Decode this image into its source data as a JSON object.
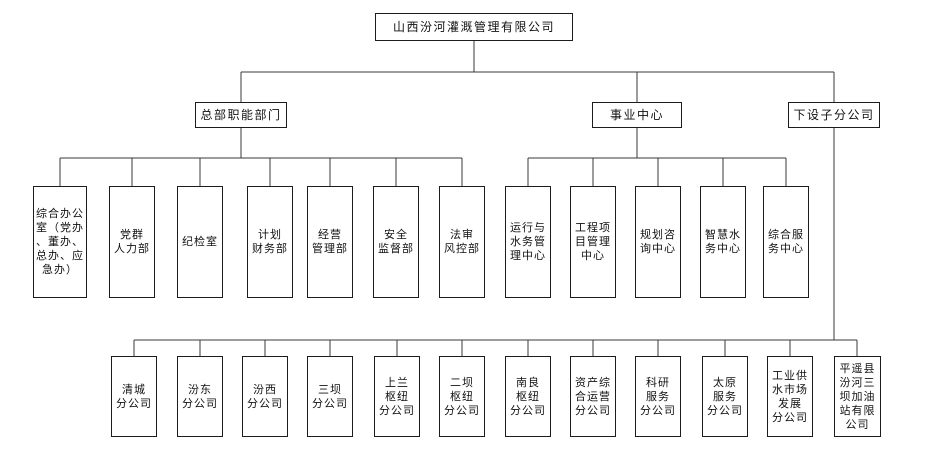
{
  "org": {
    "root": {
      "label": "山西汾河灌溉管理有限公司"
    },
    "branches": [
      {
        "label": "总部职能部门",
        "children": [
          {
            "text": "综合办公室（党办、董办、总办、应急办）",
            "lines": "综合办公\n室（党办\n、董办、\n总办、应\n急办）"
          },
          {
            "text": "党群人力部",
            "lines": "党群\n人力部"
          },
          {
            "text": "纪检室",
            "lines": "纪检室"
          },
          {
            "text": "计划财务部",
            "lines": "计划\n财务部"
          },
          {
            "text": "经营管理部",
            "lines": "经营\n管理部"
          },
          {
            "text": "安全监督部",
            "lines": "安全\n监督部"
          },
          {
            "text": "法审风控部",
            "lines": "法审\n风控部"
          }
        ]
      },
      {
        "label": "事业中心",
        "children": [
          {
            "text": "运行与水务管理中心",
            "lines": "运行与\n水务管\n理中心"
          },
          {
            "text": "工程项目管理中心",
            "lines": "工程项\n目管理\n中心"
          },
          {
            "text": "规划咨询中心",
            "lines": "规划咨\n询中心"
          },
          {
            "text": "智慧水务中心",
            "lines": "智慧水\n务中心"
          },
          {
            "text": "综合服务中心",
            "lines": "综合服\n务中心"
          }
        ]
      },
      {
        "label": "下设子分公司",
        "children": [
          {
            "text": "清城分公司",
            "lines": "清城\n分公司"
          },
          {
            "text": "汾东分公司",
            "lines": "汾东\n分公司"
          },
          {
            "text": "汾西分公司",
            "lines": "汾西\n分公司"
          },
          {
            "text": "三坝分公司",
            "lines": "三坝\n分公司"
          },
          {
            "text": "上兰枢纽分公司",
            "lines": "上兰\n枢纽\n分公司"
          },
          {
            "text": "二坝枢纽分公司",
            "lines": "二坝\n枢纽\n分公司"
          },
          {
            "text": "南良枢纽分公司",
            "lines": "南良\n枢纽\n分公司"
          },
          {
            "text": "资产综合运营分公司",
            "lines": "资产综\n合运营\n分公司"
          },
          {
            "text": "科研服务分公司",
            "lines": "科研\n服务\n分公司"
          },
          {
            "text": "太原服务分公司",
            "lines": "太原\n服务\n分公司"
          },
          {
            "text": "工业供水市场发展分公司",
            "lines": "工业供\n水市场\n发展\n分公司"
          },
          {
            "text": "平遥县汾河三坝加油站有限公司",
            "lines": "平遥县\n汾河三\n坝加油\n站有限\n公司"
          }
        ]
      }
    ]
  }
}
